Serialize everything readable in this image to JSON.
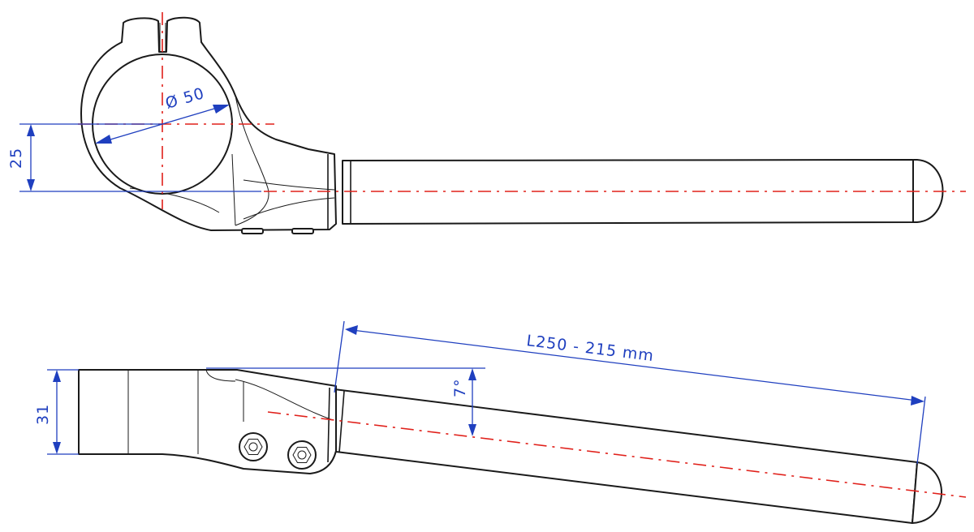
{
  "colors": {
    "outline": "#1a1a1a",
    "centerline": "#e0201a",
    "dimension": "#1f3fbf",
    "background": "#ffffff"
  },
  "top_view": {
    "diameter_label": "Ø 50",
    "offset_label": "25"
  },
  "side_view": {
    "height_label": "31",
    "angle_label": "7°",
    "length_label": "L250 - 215 mm"
  }
}
